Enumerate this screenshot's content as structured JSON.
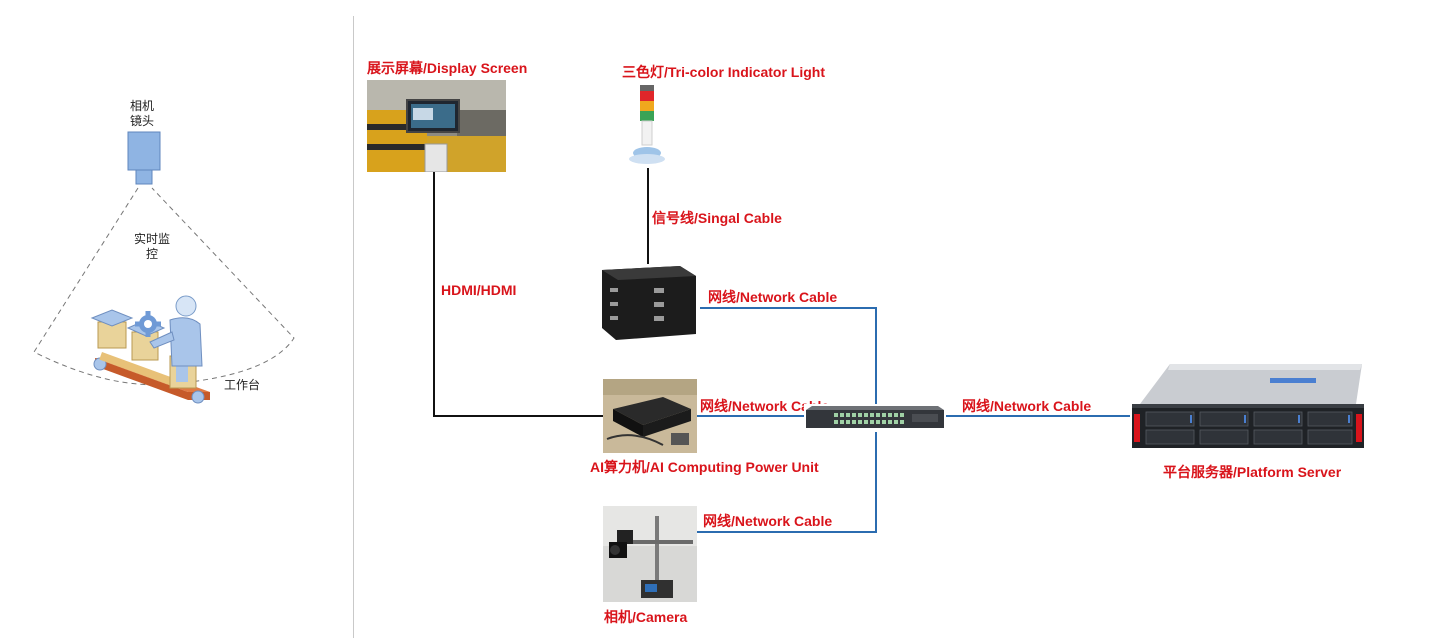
{
  "left_scene": {
    "camera_label": "相机\n镜头",
    "monitor_label": "实时监\n控",
    "workstation_label": "工作台"
  },
  "devices": {
    "display": "展示屏幕/Display Screen",
    "tri_color_light": "三色灯/Tri-color Indicator Light",
    "ai_unit": "AI算力机/AI Computing Power Unit",
    "camera": "相机/Camera",
    "server": "平台服务器/Platform Server"
  },
  "cables": {
    "signal": "信号线/Singal Cable",
    "hdmi": "HDMI/HDMI",
    "net_io_box": "网线/Network Cable",
    "net_ai": "网线/Network Cable",
    "net_server": "网线/Network Cable",
    "net_camera": "网线/Network Cable"
  },
  "colors": {
    "label_red": "#d9141b",
    "network_blue": "#2b6cb0",
    "cable_black": "#111111"
  }
}
